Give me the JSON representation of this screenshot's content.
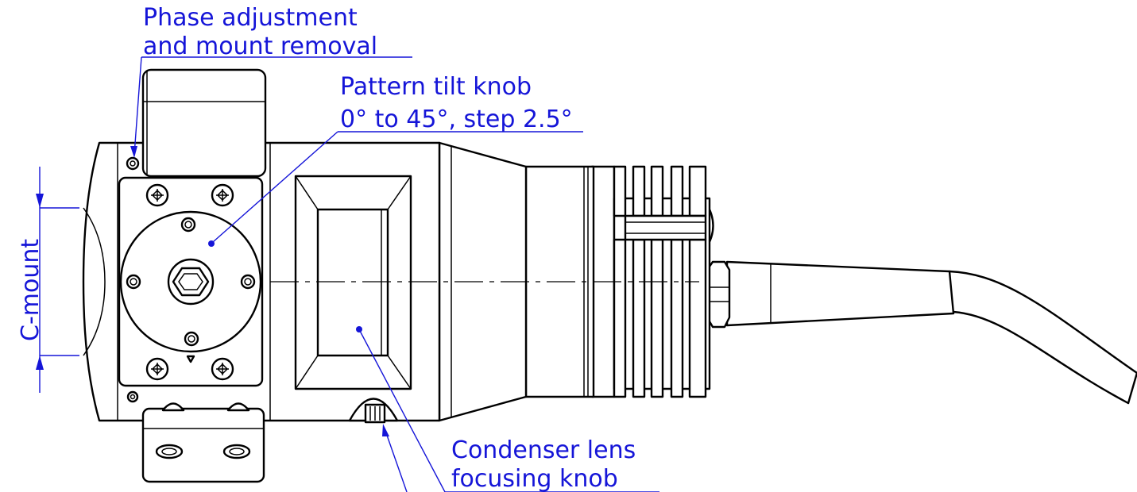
{
  "labels": {
    "phase_line1": "Phase adjustment",
    "phase_line2": "and mount removal",
    "tilt_line1": "Pattern tilt knob",
    "tilt_line2": "0° to 45°, step 2.5°",
    "condenser_line1": "Condenser lens",
    "condenser_line2": "focusing knob",
    "cmount": "C-mount"
  },
  "colors": {
    "annotation": "#1515d8",
    "outline": "#000000"
  }
}
